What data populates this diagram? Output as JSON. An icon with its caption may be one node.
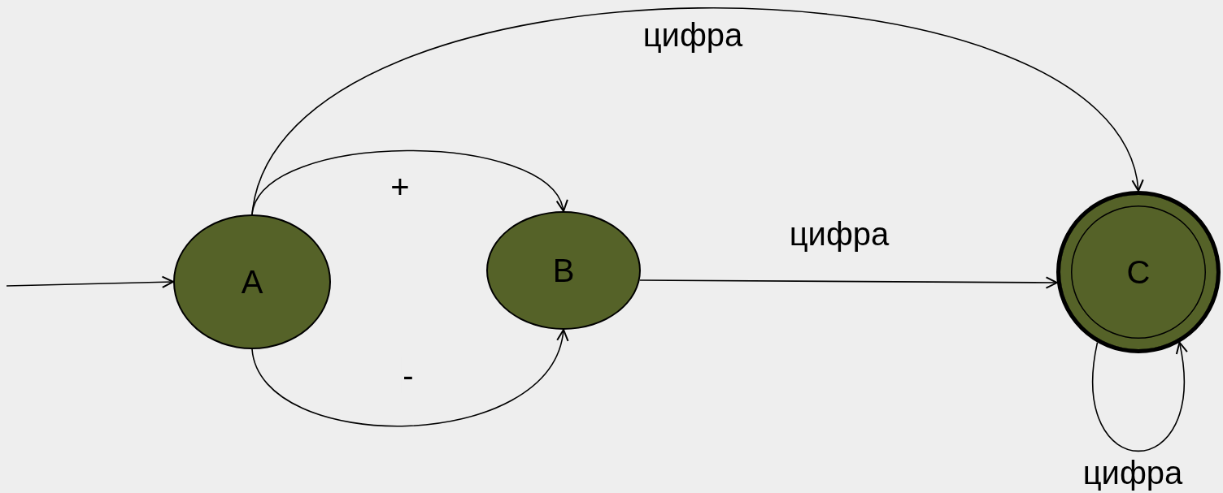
{
  "diagram": {
    "nodes": [
      {
        "text": [
          "A"
        ]
      },
      {
        "text": [
          "B"
        ]
      },
      {
        "text": [
          "C"
        ]
      }
    ],
    "edges": [
      {
        "from": null,
        "to": 0,
        "arrow": "to"
      },
      {
        "from": 0,
        "to": 1,
        "arrow": "to",
        "label": "+"
      },
      {
        "from": 0,
        "to": 1,
        "arrow": "to",
        "label": "-"
      },
      {
        "from": 0,
        "to": 2,
        "arrow": "to",
        "label": "цифра"
      },
      {
        "from": 1,
        "to": 2,
        "arrow": "to",
        "label": "цифра"
      },
      {
        "from": 2,
        "to": 2,
        "arrow": "to",
        "label": "цифра"
      }
    ]
  }
}
